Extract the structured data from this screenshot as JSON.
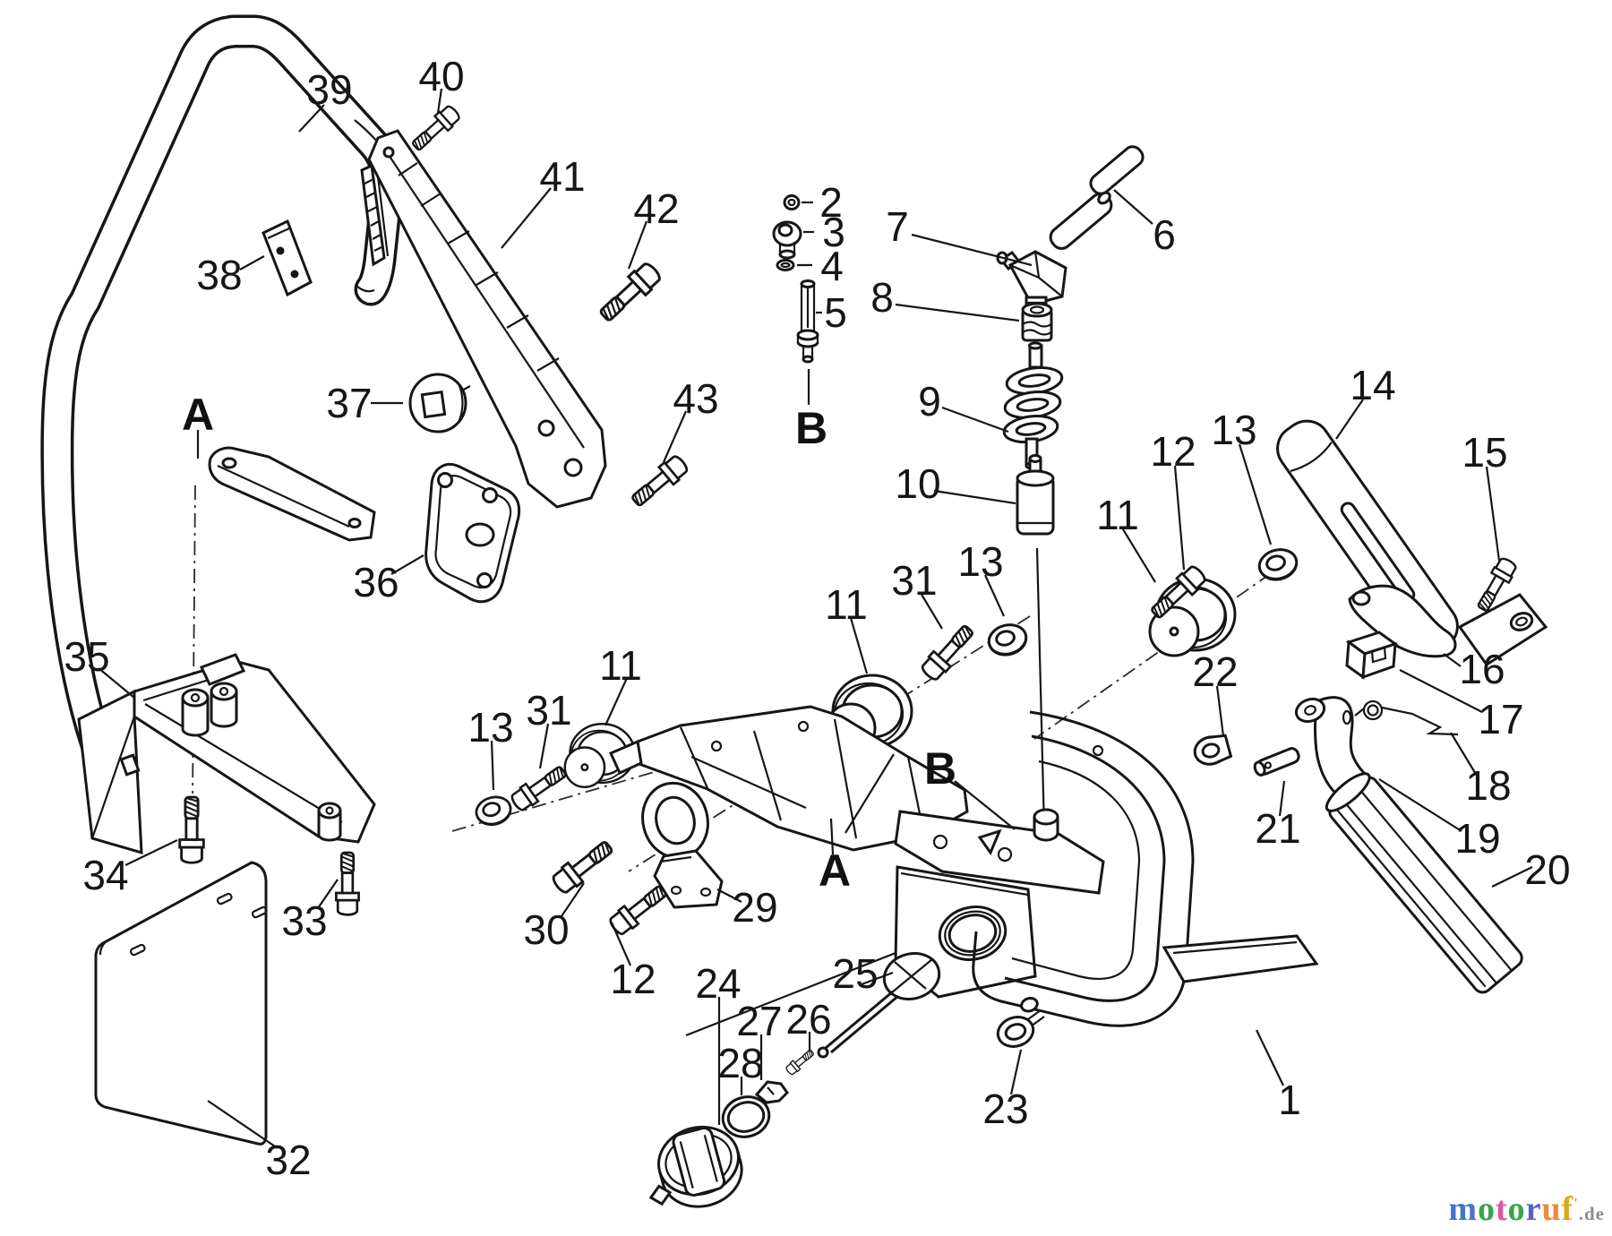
{
  "page": {
    "background": "#ffffff",
    "line_color": "#161616"
  },
  "callouts": {
    "n1": "1",
    "n2": "2",
    "n3": "3",
    "n4": "4",
    "n5": "5",
    "n6": "6",
    "n7": "7",
    "n8": "8",
    "n9": "9",
    "n10": "10",
    "n11": "11",
    "n12": "12",
    "n13": "13",
    "n14": "14",
    "n15": "15",
    "n16": "16",
    "n17": "17",
    "n18": "18",
    "n19": "19",
    "n20": "20",
    "n21": "21",
    "n22": "22",
    "n23": "23",
    "n24": "24",
    "n25": "25",
    "n26": "26",
    "n27": "27",
    "n28": "28",
    "n29": "29",
    "n30": "30",
    "n31": "31",
    "n32": "32",
    "n33": "33",
    "n34": "34",
    "n35": "35",
    "n36": "36",
    "n37": "37",
    "n38": "38",
    "n39": "39",
    "n40": "40",
    "n41": "41",
    "n42": "42",
    "n43": "43",
    "letter_a": "A",
    "letter_b": "B"
  },
  "watermark": {
    "letters": [
      {
        "char": "m",
        "color": "#4a74c9"
      },
      {
        "char": "o",
        "color": "#3ba24a"
      },
      {
        "char": "t",
        "color": "#e0559f"
      },
      {
        "char": "o",
        "color": "#3ba24a"
      },
      {
        "char": "r",
        "color": "#5a62c8"
      },
      {
        "char": "u",
        "color": "#ee8a3c"
      },
      {
        "char": "f",
        "color": "#d9a91c"
      }
    ],
    "mark": "'",
    "mark_color": "#9a9a9a",
    "suffix": ".de",
    "suffix_color": "#8c8c8c"
  }
}
